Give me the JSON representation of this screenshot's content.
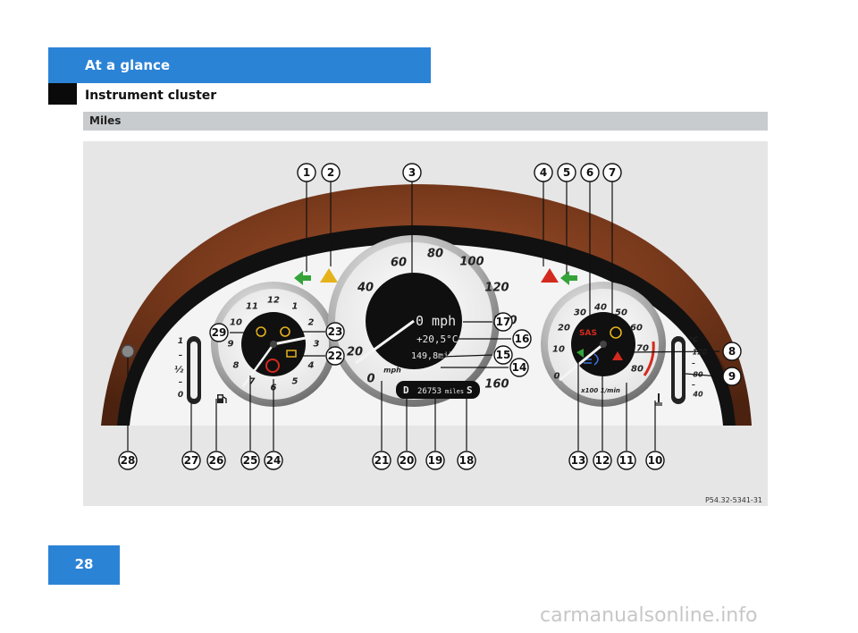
{
  "header": {
    "section_title": "At a glance",
    "subtitle": "Instrument cluster"
  },
  "band": {
    "label": "Miles"
  },
  "figure": {
    "code": "P54.32-5341-31",
    "speedo": {
      "ticks": [
        "0",
        "20",
        "40",
        "60",
        "80",
        "100",
        "120",
        "140",
        "160"
      ],
      "unit": "mph",
      "display_speed": "0 mph",
      "display_temp": "+20,5°C",
      "display_trip": "149,8miles",
      "odometer": "26753",
      "odometer_unit": "miles",
      "gear_left": "D",
      "gear_right": "S"
    },
    "clock": {
      "ticks": [
        "12",
        "1",
        "2",
        "3",
        "4",
        "5",
        "6",
        "7",
        "8",
        "9",
        "10",
        "11"
      ]
    },
    "tacho": {
      "ticks": [
        "0",
        "10",
        "20",
        "30",
        "40",
        "50",
        "60",
        "70",
        "80"
      ],
      "unit": "x100 1/min",
      "sas_label": "SAS"
    },
    "fuel_gauge": {
      "ticks": [
        "1",
        "–",
        "½",
        "–",
        "0"
      ]
    },
    "temp_gauge": {
      "ticks": [
        "°C",
        "120",
        "–",
        "80",
        "–",
        "40"
      ]
    },
    "callouts": [
      "1",
      "2",
      "3",
      "4",
      "5",
      "6",
      "7",
      "8",
      "9",
      "10",
      "11",
      "12",
      "13",
      "14",
      "15",
      "16",
      "17",
      "18",
      "19",
      "20",
      "21",
      "22",
      "23",
      "24",
      "25",
      "26",
      "27",
      "28",
      "29"
    ],
    "colors": {
      "accent_blue": "#2b83d6",
      "warn_red": "#d42a1e",
      "warn_green": "#35a33a",
      "warn_amber": "#e6b21c"
    }
  },
  "page": {
    "number": "28"
  },
  "watermark": "carmanualsonline.info"
}
